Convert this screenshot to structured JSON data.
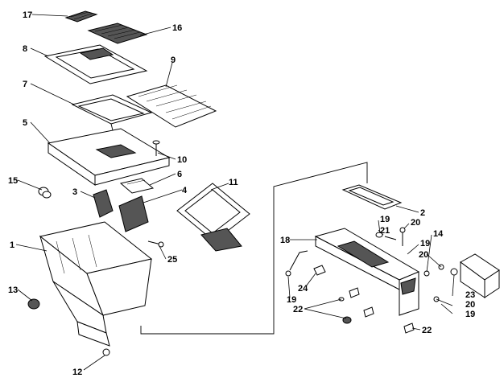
{
  "diagram": {
    "callouts": [
      {
        "id": "c17",
        "text": "17"
      },
      {
        "id": "c16",
        "text": "16"
      },
      {
        "id": "c8",
        "text": "8"
      },
      {
        "id": "c9",
        "text": "9"
      },
      {
        "id": "c7",
        "text": "7"
      },
      {
        "id": "c5",
        "text": "5"
      },
      {
        "id": "c10",
        "text": "10"
      },
      {
        "id": "c6",
        "text": "6"
      },
      {
        "id": "c15",
        "text": "15"
      },
      {
        "id": "c3",
        "text": "3"
      },
      {
        "id": "c4",
        "text": "4"
      },
      {
        "id": "c11",
        "text": "11"
      },
      {
        "id": "c1",
        "text": "1"
      },
      {
        "id": "c25",
        "text": "25"
      },
      {
        "id": "c13",
        "text": "13"
      },
      {
        "id": "c12",
        "text": "12"
      },
      {
        "id": "c2",
        "text": "2"
      },
      {
        "id": "c19a",
        "text": "19"
      },
      {
        "id": "c21",
        "text": "21"
      },
      {
        "id": "c20a",
        "text": "20"
      },
      {
        "id": "c18",
        "text": "18"
      },
      {
        "id": "c14",
        "text": "14"
      },
      {
        "id": "c19b",
        "text": "19"
      },
      {
        "id": "c20b",
        "text": "20"
      },
      {
        "id": "c24",
        "text": "24"
      },
      {
        "id": "c19c",
        "text": "19"
      },
      {
        "id": "c22a",
        "text": "22"
      },
      {
        "id": "c23",
        "text": "23"
      },
      {
        "id": "c20c",
        "text": "20"
      },
      {
        "id": "c19d",
        "text": "19"
      },
      {
        "id": "c22b",
        "text": "22"
      }
    ]
  }
}
